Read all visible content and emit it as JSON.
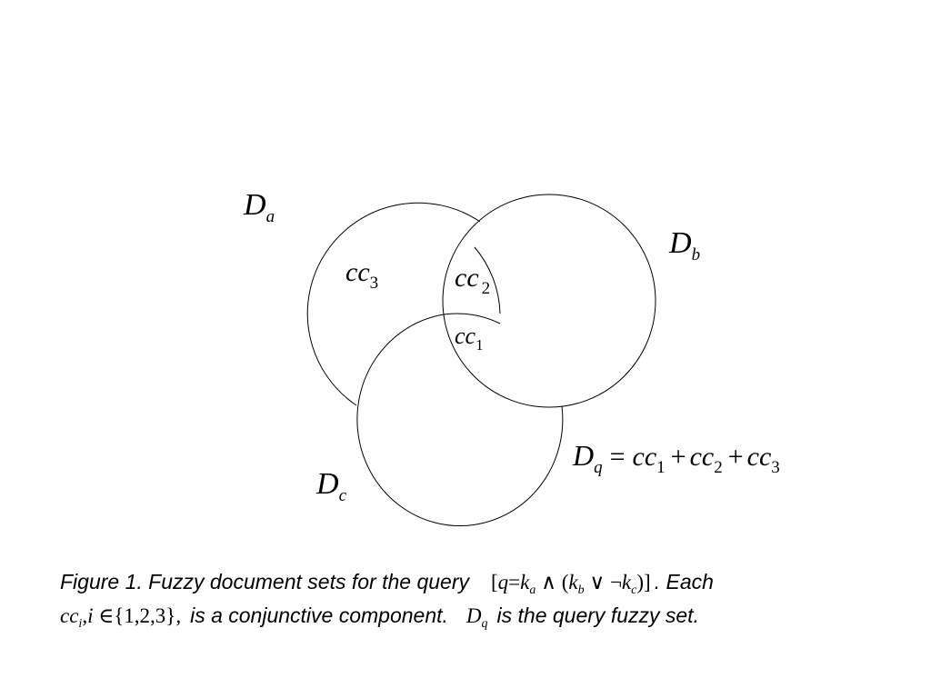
{
  "diagram": {
    "sets": [
      {
        "symbol": "D",
        "subscript": "a"
      },
      {
        "symbol": "D",
        "subscript": "b"
      },
      {
        "symbol": "D",
        "subscript": "c"
      }
    ],
    "components": [
      {
        "symbol": "cc",
        "subscript": "3"
      },
      {
        "symbol": "cc",
        "subscript": "2"
      },
      {
        "symbol": "cc",
        "subscript": "1"
      }
    ],
    "equation": {
      "lhs_symbol": "D",
      "lhs_subscript": "q",
      "equals": "=",
      "plus": "+",
      "terms": [
        {
          "symbol": "cc",
          "subscript": "1"
        },
        {
          "symbol": "cc",
          "subscript": "2"
        },
        {
          "symbol": "cc",
          "subscript": "3"
        }
      ]
    }
  },
  "caption": {
    "text_1": "Figure 1.  Fuzzy document sets for the query",
    "query": {
      "open": "[",
      "q": "q",
      "eq": "=",
      "k": "k",
      "sub_a": "a",
      "and": "∧",
      "lparen": "(",
      "sub_b": "b",
      "or": "∨",
      "not": "¬",
      "sub_c": "c",
      "rparen": ")",
      "close": "]"
    },
    "text_2": ". Each",
    "index": {
      "cc": "cc",
      "sub_i": "i",
      "comma": ",",
      "i": "i",
      "in": "∈",
      "set": "{1,2,3},"
    },
    "text_3": "is a conjunctive component.",
    "dq_symbol": "D",
    "dq_subscript": "q",
    "text_4": "is the query  fuzzy set."
  }
}
